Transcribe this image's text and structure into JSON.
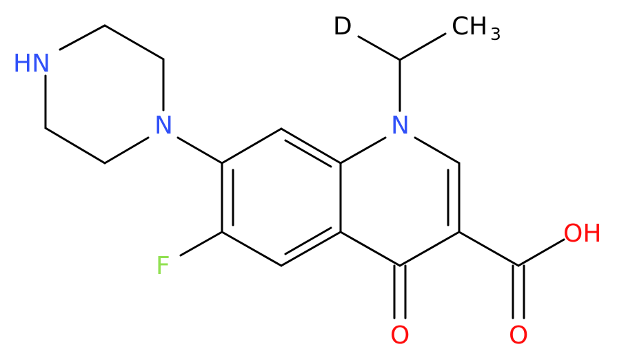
{
  "molecule": {
    "atom_labels": {
      "nh": "HN",
      "n_piperazine": "N",
      "n_quinolone": "N",
      "d": "D",
      "ch3_main": "CH",
      "ch3_sub": "3",
      "f": "F",
      "o_ketone": "O",
      "o_acid": "O",
      "oh": "OH"
    },
    "colors": {
      "nitrogen": "#3050F8",
      "oxygen": "#FF0D0D",
      "fluorine": "#90E050",
      "carbon_bond": "#000000",
      "background": "#FFFFFF"
    }
  }
}
